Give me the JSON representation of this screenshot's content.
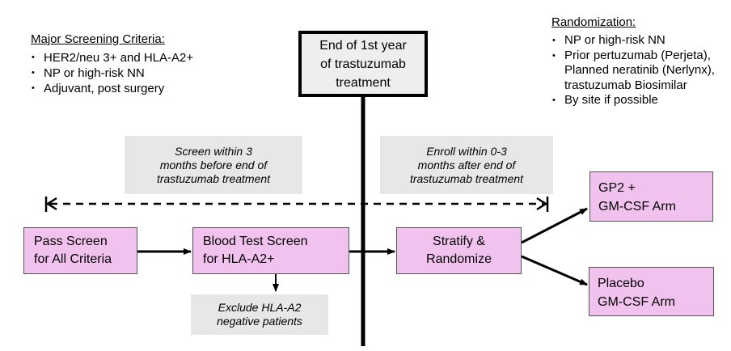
{
  "criteria": {
    "title": "Major Screening Criteria:",
    "items": [
      "HER2/neu 3+ and HLA-A2+",
      "NP or high-risk NN",
      "Adjuvant, post surgery"
    ]
  },
  "randomization": {
    "title": "Randomization:",
    "items": [
      "NP or high-risk NN",
      "Prior pertuzumab (Perjeta),",
      "Planned neratinib (Nerlynx),",
      "trastuzumab Biosimilar",
      "By site if possible"
    ]
  },
  "center_box": {
    "line1": "End of 1st year",
    "line2": "of trastuzumab",
    "line3": "treatment"
  },
  "notes": {
    "screen": [
      "Screen within 3",
      "months before end of",
      "trastuzumab treatment"
    ],
    "enroll": [
      "Enroll within 0-3",
      "months after end of",
      "trastuzumab treatment"
    ],
    "exclude": [
      "Exclude HLA-A2",
      "negative patients"
    ]
  },
  "boxes": {
    "pass": [
      "Pass Screen",
      "for All Criteria"
    ],
    "blood": [
      "Blood Test Screen",
      "for HLA-A2+"
    ],
    "stratify": [
      "Stratify &",
      "Randomize"
    ],
    "gp2": [
      "GP2 +",
      "GM-CSF Arm"
    ],
    "placebo": [
      "Placebo",
      "GM-CSF Arm"
    ]
  },
  "colors": {
    "box_fill": "#f2c2ee",
    "note_fill": "#e7e7e7",
    "center_fill": "#eeeeee",
    "line": "#000000"
  }
}
